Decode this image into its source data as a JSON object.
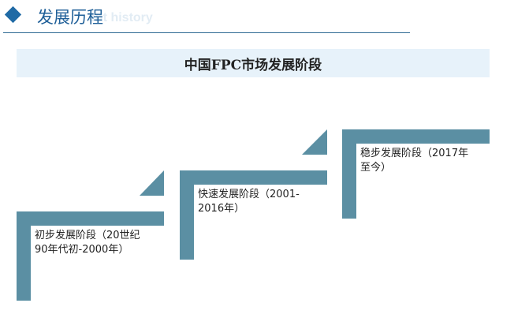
{
  "header": {
    "title": "发展历程",
    "subtitle_watermark": "ent history",
    "icon": "diamond-icon"
  },
  "banner": {
    "title": "中国FPC市场发展阶段"
  },
  "stages": [
    {
      "line1": "初步发展阶段（20世纪",
      "line2": "90年代初-2000年）"
    },
    {
      "line1": "快速发展阶段（2001-",
      "line2": "2016年）"
    },
    {
      "line1": "稳步发展阶段（2017年",
      "line2": "至今）"
    }
  ],
  "colors": {
    "step": "#5b8fa3",
    "accent": "#1f6aa5",
    "banner_bg": "#e7f2fa"
  }
}
